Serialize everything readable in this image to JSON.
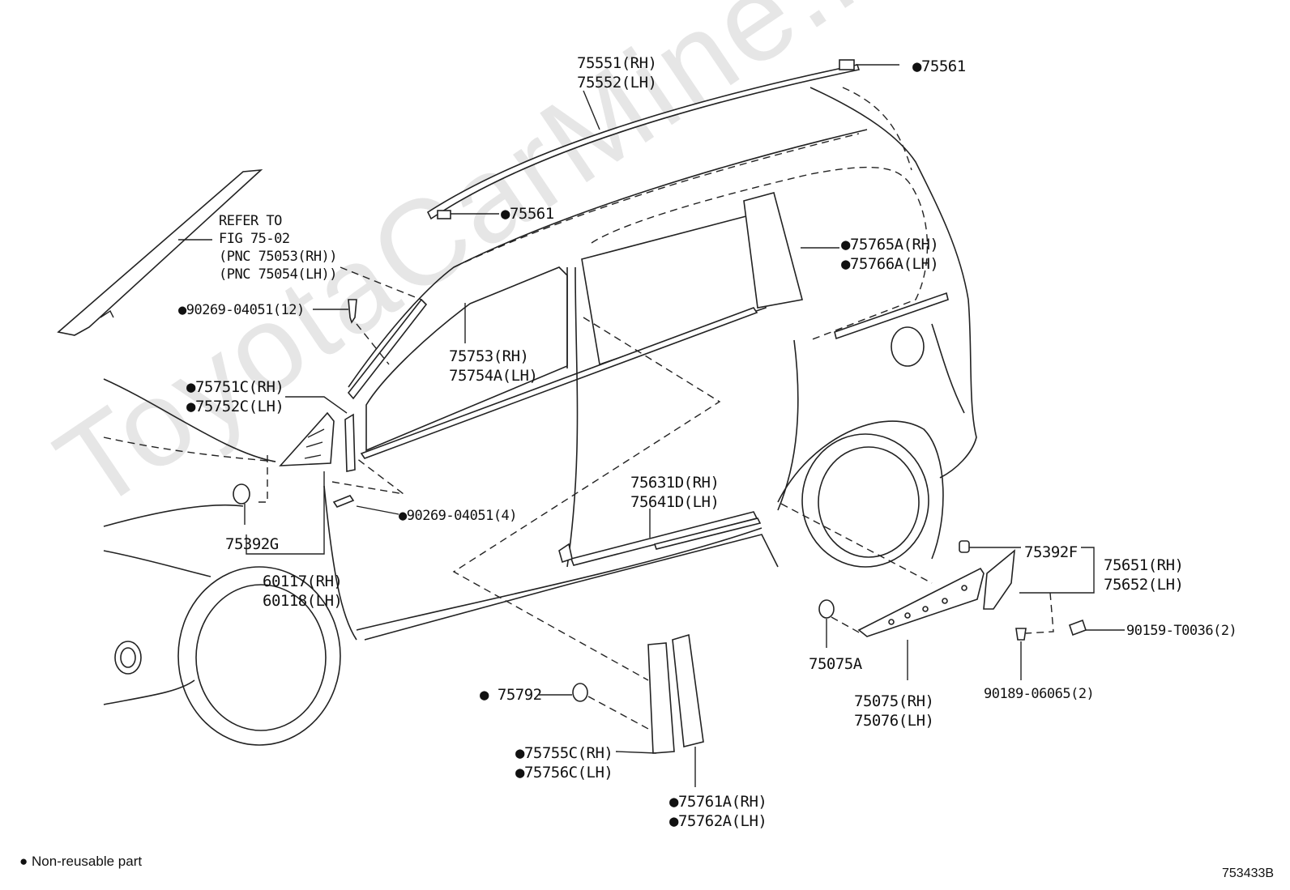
{
  "watermark": "ToyotaCarMine.ru",
  "labels": {
    "roof_rh": "75551(RH)",
    "roof_lh": "75552(LH)",
    "clip_top": "●75561",
    "clip_front": "●75561",
    "refer_1": "REFER TO",
    "refer_2": "FIG 75-02",
    "refer_3": "(PNC 75053(RH))",
    "refer_4": "(PNC 75054(LH))",
    "rivet_12": "●90269-04051(12)",
    "belt_rh": "75753(RH)",
    "belt_lh": "75754A(LH)",
    "rear_pillar_rh": "●75765A(RH)",
    "rear_pillar_lh": "●75766A(LH)",
    "front_pillar_rh": "●75751C(RH)",
    "front_pillar_lh": "●75752C(LH)",
    "rivet_4": "●90269-04051(4)",
    "clip_g": "75392G",
    "cover_rh": "60117(RH)",
    "cover_lh": "60118(LH)",
    "rocker_rh": "75631D(RH)",
    "rocker_lh": "75641D(LH)",
    "clip_f": "75392F",
    "mud_rh": "75651(RH)",
    "mud_lh": "75652(LH)",
    "screw_t0036": "90159-T0036(2)",
    "screw_06065": "90189-06065(2)",
    "clip_a": "75075A",
    "flare_rh": "75075(RH)",
    "flare_lh": "75076(LH)",
    "grommet": "● 75792",
    "center_pillar_rh": "●75755C(RH)",
    "center_pillar_lh": "●75756C(LH)",
    "center_outer_rh": "●75761A(RH)",
    "center_outer_lh": "●75762A(LH)"
  },
  "legend": {
    "bullet": "●",
    "text": "Non-reusable part"
  },
  "figure_code": "753433B"
}
